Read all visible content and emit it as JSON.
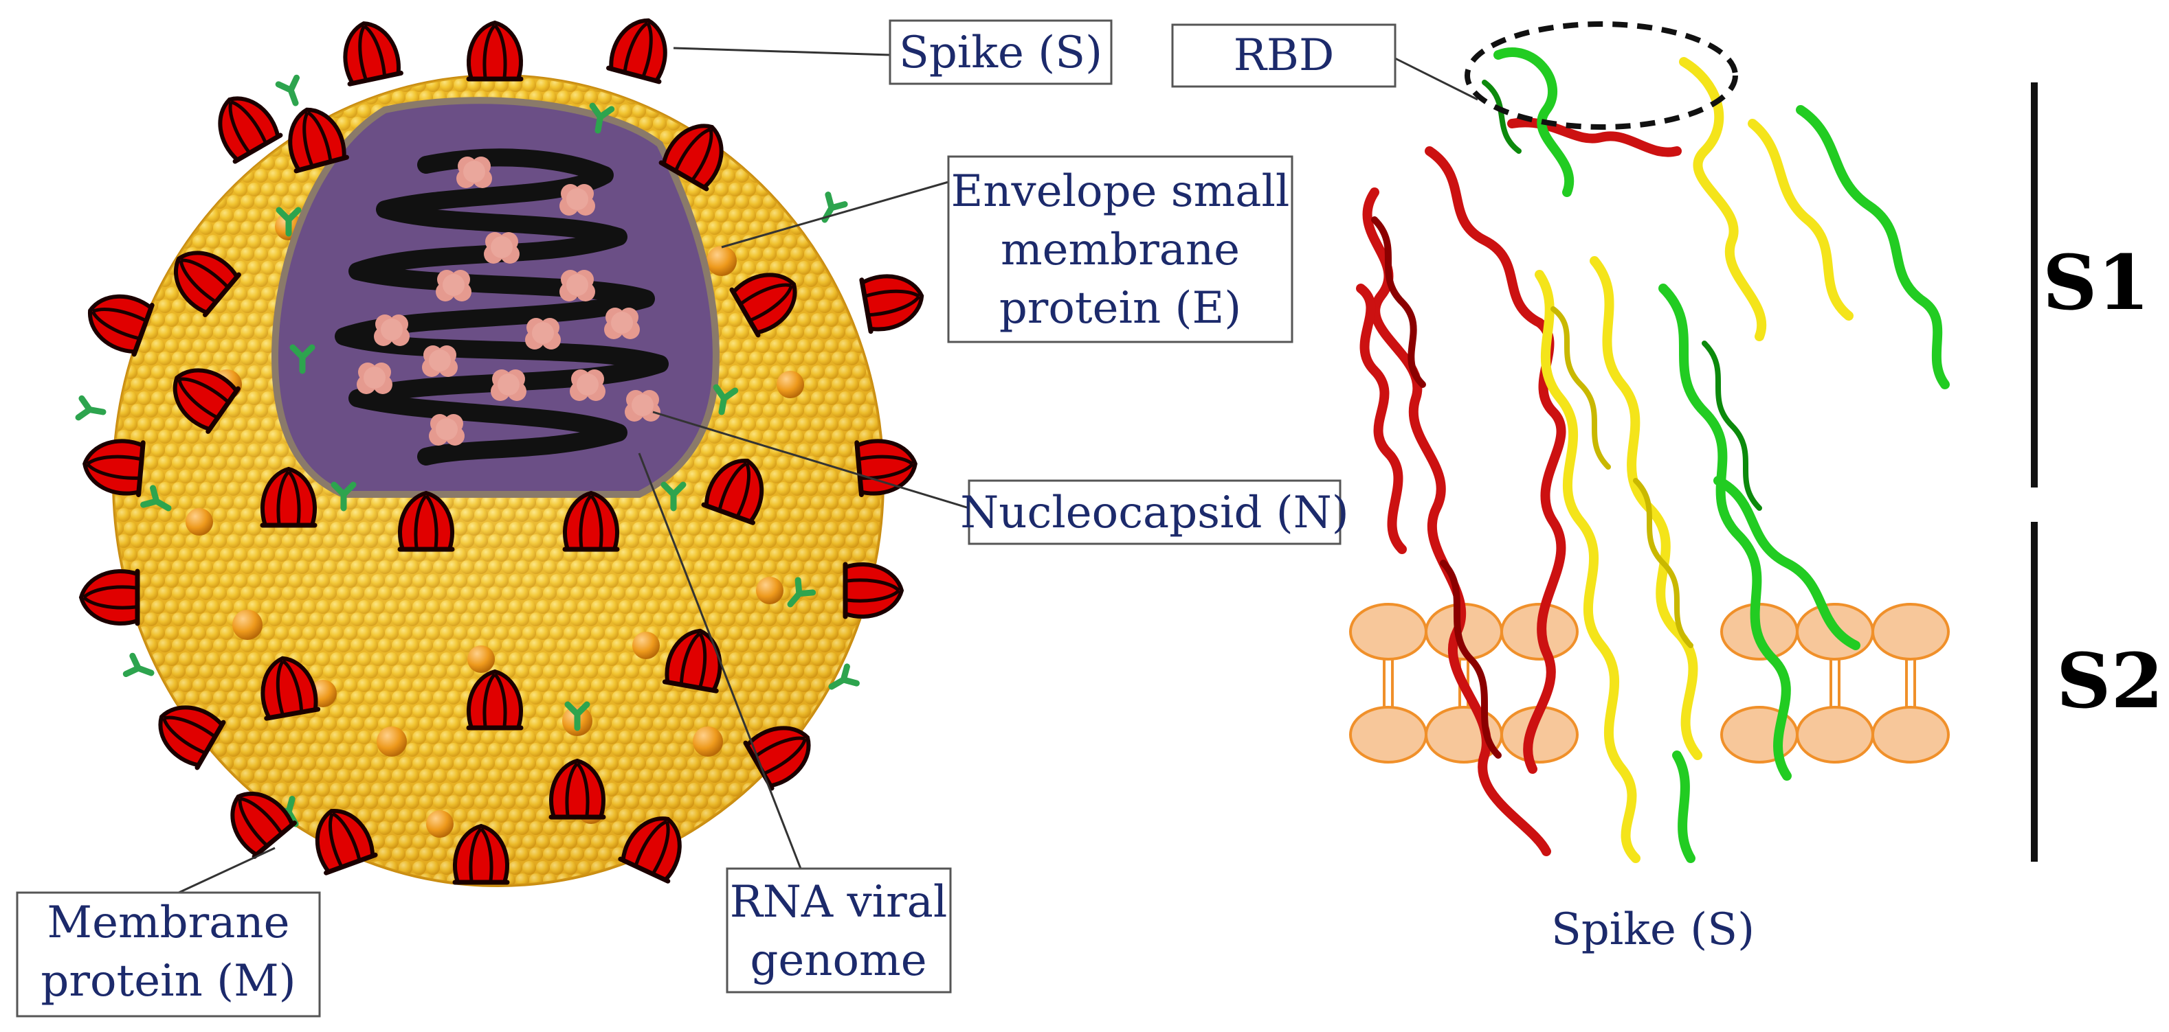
{
  "labels": {
    "spike": "Spike (S)",
    "rbd": "RBD",
    "envelope_line1": "Envelope small",
    "envelope_line2": "membrane",
    "envelope_line3": "protein (E)",
    "nucleocapsid": "Nucleocapsid (N)",
    "membrane_line1": "Membrane",
    "membrane_line2": "protein (M)",
    "rna_line1": "RNA viral",
    "rna_line2": "genome",
    "spike_caption": "Spike (S)",
    "s1": "S1",
    "s2": "S2"
  },
  "colors": {
    "label_text": "#1c2a6b",
    "spike_red": "#e00000",
    "shell_yellow": "#f2c531",
    "shell_orange": "#ee9a1c",
    "interior_purple": "#6b4f86",
    "protein_green": "#2da44e",
    "nucleocapsid_pink": "#e59a8f",
    "chain_red": "#cc1111",
    "chain_yellow": "#f4e41a",
    "chain_green": "#22cc22",
    "lipid_orange": "#f7c79a"
  }
}
